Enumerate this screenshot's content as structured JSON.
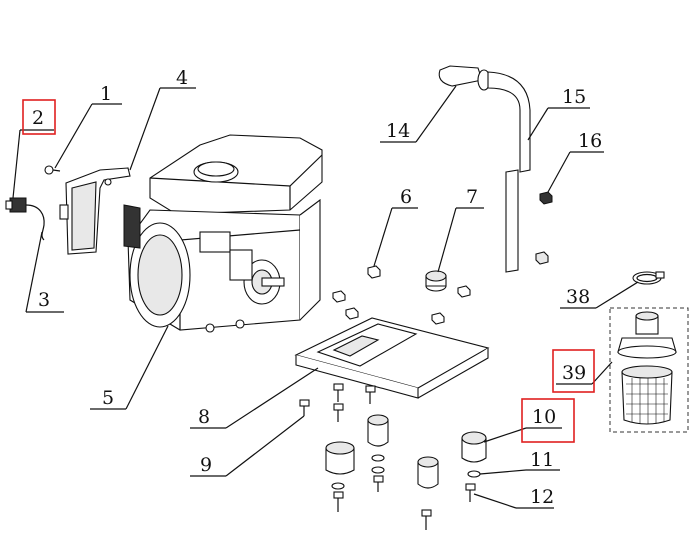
{
  "callouts": {
    "c1": "1",
    "c2": "2",
    "c3": "3",
    "c4": "4",
    "c5": "5",
    "c6": "6",
    "c7": "7",
    "c8": "8",
    "c9": "9",
    "c10": "10",
    "c11": "11",
    "c12": "12",
    "c14": "14",
    "c15": "15",
    "c16": "16",
    "c38": "38",
    "c39": "39"
  },
  "highlighted_callouts": [
    "2",
    "10",
    "39"
  ],
  "colors": {
    "highlight": "#e02020",
    "line": "#111111"
  }
}
